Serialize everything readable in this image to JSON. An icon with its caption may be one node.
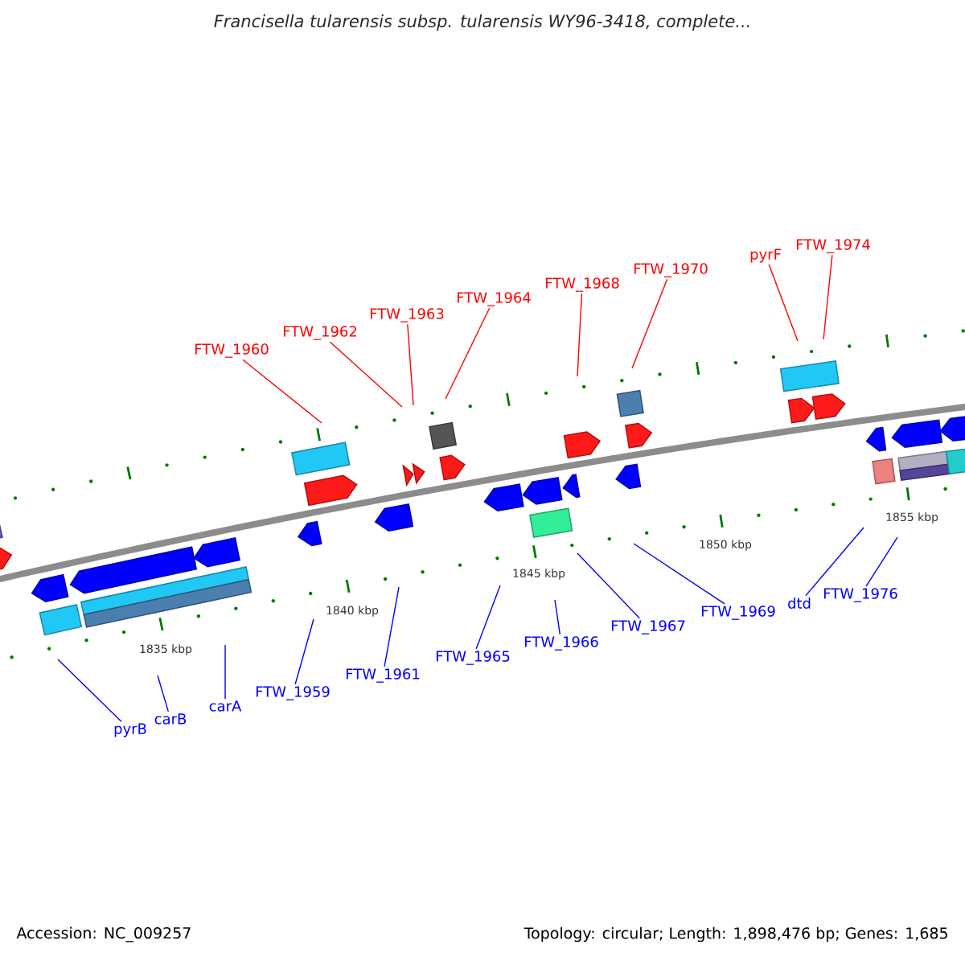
{
  "diagram": {
    "title": "Francisella tularensis subsp. tularensis WY96-3418, complete...",
    "nodes": [
      {
        "text": [
          "FTW_1960"
        ]
      },
      {
        "text": [
          "FTW_1962"
        ]
      },
      {
        "text": [
          "FTW_1963"
        ]
      },
      {
        "text": [
          "FTW_1964"
        ]
      },
      {
        "text": [
          "FTW_1968"
        ]
      },
      {
        "text": [
          "FTW_1970"
        ]
      },
      {
        "text": [
          "pyrF"
        ]
      },
      {
        "text": [
          "FTW_1974"
        ]
      },
      {
        "text": [
          "pyrB"
        ]
      },
      {
        "text": [
          "carB"
        ]
      },
      {
        "text": [
          "carA"
        ]
      },
      {
        "text": [
          "FTW_1959"
        ]
      },
      {
        "text": [
          "FTW_1961"
        ]
      },
      {
        "text": [
          "FTW_1965"
        ]
      },
      {
        "text": [
          "FTW_1966"
        ]
      },
      {
        "text": [
          "FTW_1967"
        ]
      },
      {
        "text": [
          "FTW_1969"
        ]
      },
      {
        "text": [
          "dtd"
        ]
      },
      {
        "text": [
          "FTW_1976"
        ]
      }
    ],
    "edges": [
      {
        "from": 0,
        "to": null,
        "arrow": "none",
        "color": "#ff0000"
      },
      {
        "from": 1,
        "to": null,
        "arrow": "none",
        "color": "#ff0000"
      },
      {
        "from": 2,
        "to": null,
        "arrow": "none",
        "color": "#ff0000"
      },
      {
        "from": 3,
        "to": null,
        "arrow": "none",
        "color": "#ff0000"
      },
      {
        "from": 4,
        "to": null,
        "arrow": "none",
        "color": "#ff0000"
      },
      {
        "from": 5,
        "to": null,
        "arrow": "none",
        "color": "#ff0000"
      },
      {
        "from": 6,
        "to": null,
        "arrow": "none",
        "color": "#ff0000"
      },
      {
        "from": 7,
        "to": null,
        "arrow": "none",
        "color": "#ff0000"
      },
      {
        "from": 8,
        "to": null,
        "arrow": "none"
      },
      {
        "from": 9,
        "to": null,
        "arrow": "none"
      },
      {
        "from": 10,
        "to": null,
        "arrow": "none"
      },
      {
        "from": 11,
        "to": null,
        "arrow": "none"
      },
      {
        "from": 12,
        "to": null,
        "arrow": "none"
      },
      {
        "from": 13,
        "to": null,
        "arrow": "none"
      },
      {
        "from": 14,
        "to": null,
        "arrow": "none"
      },
      {
        "from": 15,
        "to": null,
        "arrow": "none"
      },
      {
        "from": 16,
        "to": null,
        "arrow": "none"
      },
      {
        "from": 17,
        "to": null,
        "arrow": "none"
      },
      {
        "from": 18,
        "to": null,
        "arrow": "none"
      }
    ],
    "labels": [
      "1855 kbp",
      "1850 kbp",
      "1845 kbp",
      "1840 kbp",
      "1835 kbp",
      "Accession: NC_009257",
      "Topology: circular; Length: 1,898,476 bp; Genes: 1,685"
    ]
  }
}
